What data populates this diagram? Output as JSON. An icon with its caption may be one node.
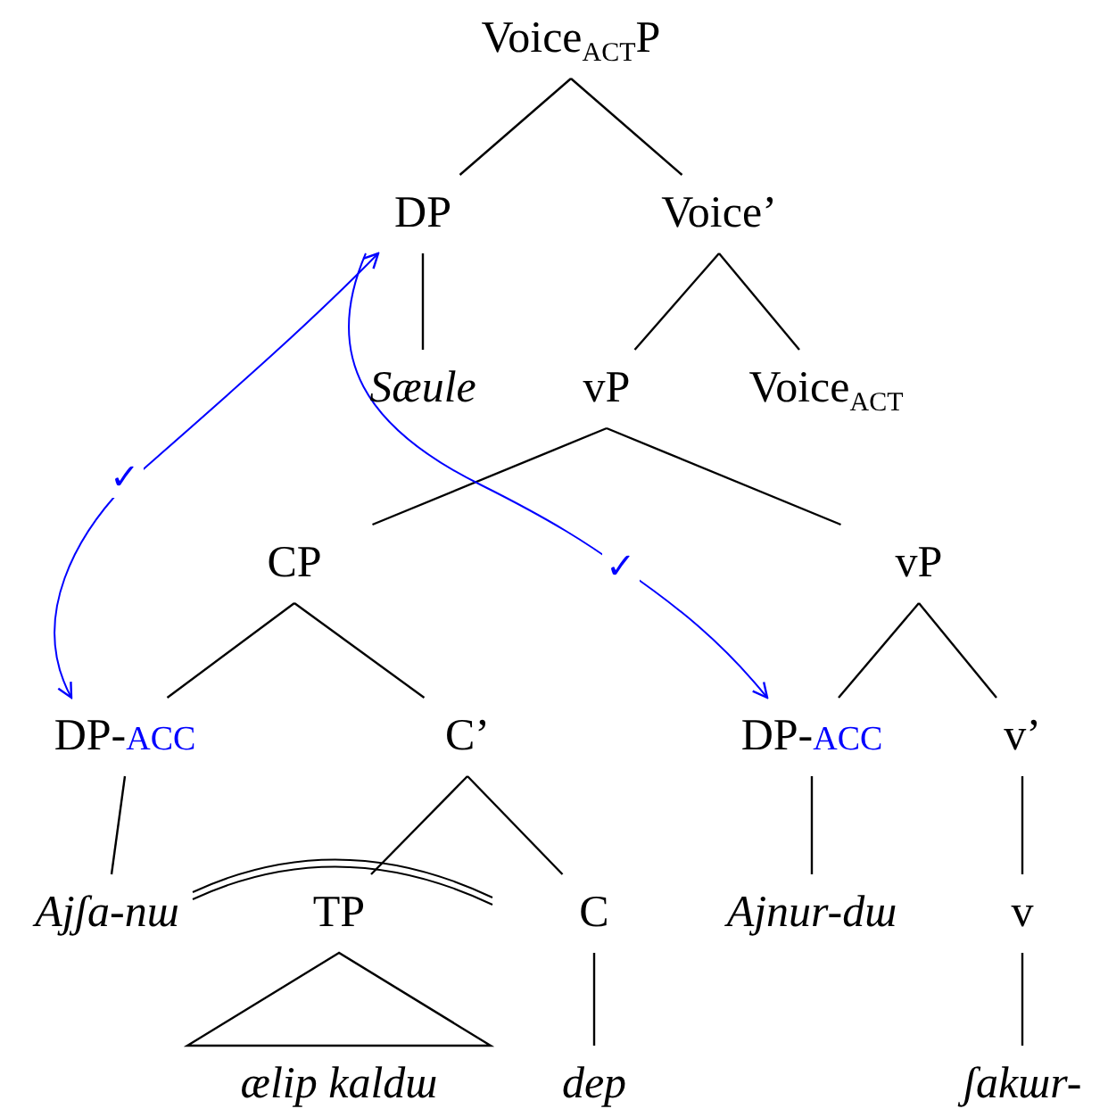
{
  "diagram": {
    "nodes": [
      {
        "text": [
          "Voice$_{ACT}$P"
        ]
      },
      {
        "text": [
          "DP"
        ]
      },
      {
        "text": [
          "Voice’"
        ]
      },
      {
        "text": [
          "Sæule"
        ]
      },
      {
        "text": [
          "vP"
        ]
      },
      {
        "text": [
          "Voice$_{ACT}$"
        ]
      },
      {
        "text": [
          "CP"
        ]
      },
      {
        "text": [
          "vP"
        ]
      },
      {
        "text": [
          "DP-",
          "ACC"
        ]
      },
      {
        "text": [
          "C’"
        ]
      },
      {
        "text": [
          "Ajʃa-nɯ"
        ]
      },
      {
        "text": [
          "TP"
        ]
      },
      {
        "text": [
          "C"
        ]
      },
      {
        "text": [
          "ælip kaldɯ"
        ]
      },
      {
        "text": [
          "dep"
        ]
      },
      {
        "text": [
          "DP-",
          "ACC"
        ]
      },
      {
        "text": [
          "v’"
        ]
      },
      {
        "text": [
          "Ajnur-dɯ"
        ]
      },
      {
        "text": [
          "v"
        ]
      },
      {
        "text": [
          "ʃakɯr-"
        ]
      }
    ],
    "edges": [
      {
        "from": 0,
        "to": 1,
        "arrow": "none"
      },
      {
        "from": 0,
        "to": 2,
        "arrow": "none"
      },
      {
        "from": 1,
        "to": 3,
        "arrow": "none"
      },
      {
        "from": 2,
        "to": 4,
        "arrow": "none"
      },
      {
        "from": 2,
        "to": 5,
        "arrow": "none"
      },
      {
        "from": 4,
        "to": 6,
        "arrow": "none"
      },
      {
        "from": 4,
        "to": 7,
        "arrow": "none"
      },
      {
        "from": 6,
        "to": 8,
        "arrow": "none"
      },
      {
        "from": 6,
        "to": 9,
        "arrow": "none"
      },
      {
        "from": 8,
        "to": 10,
        "arrow": "none"
      },
      {
        "from": 9,
        "to": 11,
        "arrow": "none"
      },
      {
        "from": 9,
        "to": 12,
        "arrow": "none"
      },
      {
        "from": 11,
        "to": 13,
        "arrow": "none"
      },
      {
        "from": 12,
        "to": 14,
        "arrow": "none"
      },
      {
        "from": 7,
        "to": 15,
        "arrow": "none"
      },
      {
        "from": 7,
        "to": 16,
        "arrow": "none"
      },
      {
        "from": 15,
        "to": 17,
        "arrow": "none"
      },
      {
        "from": 16,
        "to": 18,
        "arrow": "none"
      },
      {
        "from": 18,
        "to": 19,
        "arrow": "none"
      },
      {
        "from": 8,
        "to": 1,
        "arrow": "both",
        "label": "✓",
        "color": "#0000ff"
      },
      {
        "from": 1,
        "to": 15,
        "arrow": "to",
        "label": "✓",
        "color": "#0000ff"
      }
    ]
  }
}
